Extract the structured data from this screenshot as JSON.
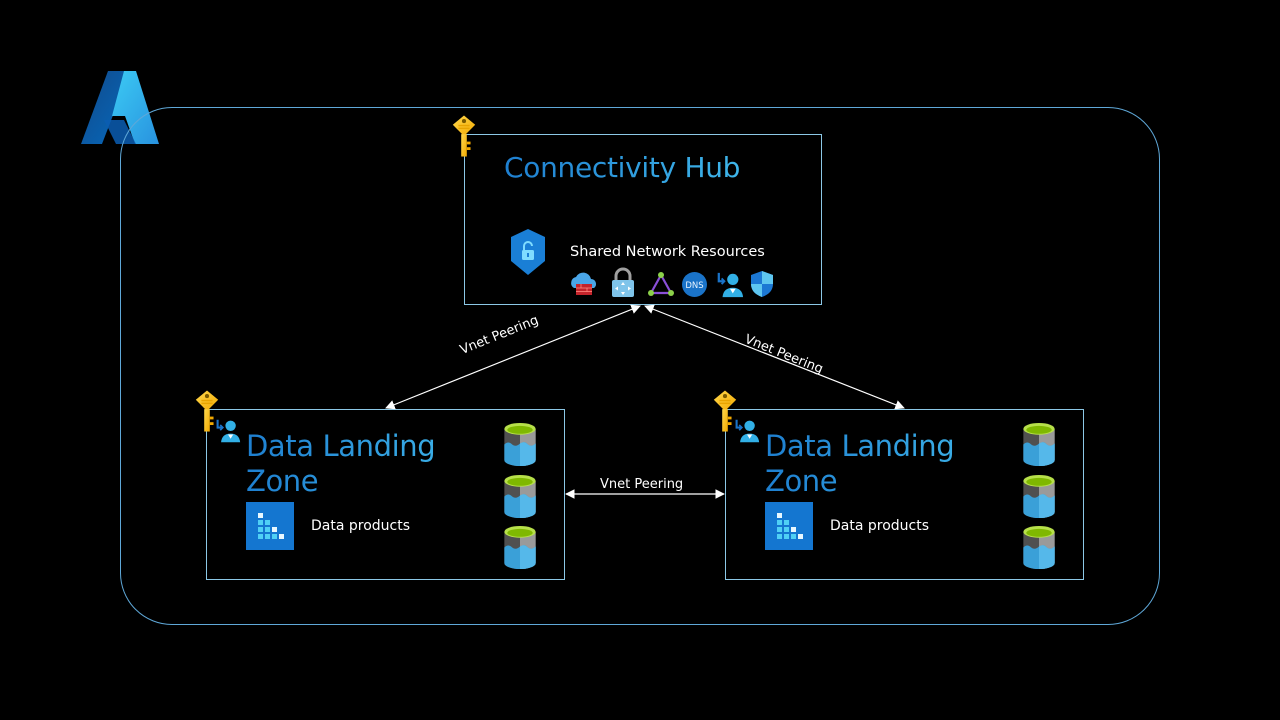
{
  "logo": {
    "name": "Azure"
  },
  "hub": {
    "title": "Connectivity Hub",
    "resources_label": "Shared Network Resources",
    "resource_icons": [
      "firewall-icon",
      "vpn-gateway-icon",
      "virtual-network-icon",
      "dns-icon",
      "identity-icon",
      "security-shield-icon"
    ]
  },
  "landing_zones": [
    {
      "title_line1": "Data Landing",
      "title_line2": "Zone",
      "products_label": "Data products",
      "storage_count": 3
    },
    {
      "title_line1": "Data Landing",
      "title_line2": "Zone",
      "products_label": "Data products",
      "storage_count": 3
    }
  ],
  "connections": [
    {
      "from": "Data Landing Zone 1",
      "to": "Connectivity Hub",
      "label": "Vnet Peering"
    },
    {
      "from": "Connectivity Hub",
      "to": "Data Landing Zone 2",
      "label": "Vnet Peering"
    },
    {
      "from": "Data Landing Zone 1",
      "to": "Data Landing Zone 2",
      "label": "Vnet Peering"
    }
  ],
  "colors": {
    "background": "#000000",
    "boundary": "#5fa8d8",
    "box_border": "#8cc8e6",
    "title_start": "#1e7fd0",
    "title_end": "#3fb6ea",
    "key": "#f7c948"
  }
}
